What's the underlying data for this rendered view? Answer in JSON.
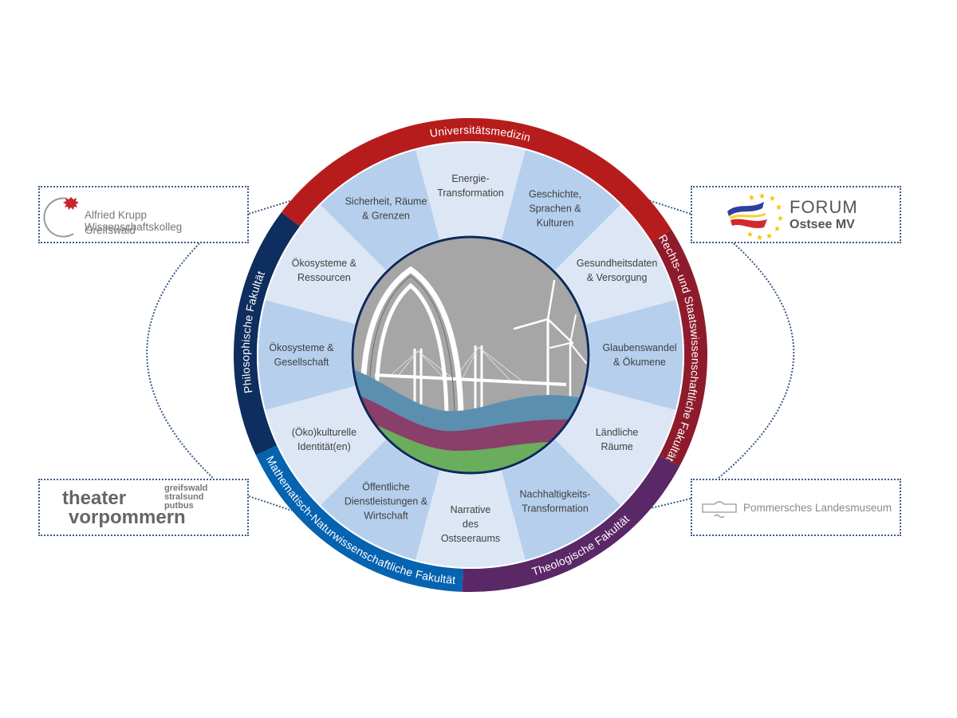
{
  "colors": {
    "segment_dark": "#b6cfed",
    "segment_light": "#dde6f4",
    "segment_text": "#404040",
    "center_bg": "#a6a6a6",
    "center_border": "#0d2a5c",
    "wave_blue": "#5b8fb0",
    "wave_purple": "#8a3e6a",
    "wave_green": "#6aad5c",
    "connector": "#3d5a8a"
  },
  "faculties": [
    {
      "label": "Universitätsmedizin",
      "color": "#b71c1c"
    },
    {
      "label": "Rechts- und Staatswissenschaftliche Fakultät",
      "color": "#8e1b2c"
    },
    {
      "label": "Theologische Fakultät",
      "color": "#5a2767"
    },
    {
      "label": "Mathematisch-Naturwissenschaftliche Fakultät",
      "color": "#0563b0"
    },
    {
      "label": "Philosophische Fakultät",
      "color": "#0d2e5e"
    }
  ],
  "topics": [
    {
      "lines": [
        "Energie-",
        "Transformation"
      ]
    },
    {
      "lines": [
        "Geschichte,",
        "Sprachen &",
        "Kulturen"
      ]
    },
    {
      "lines": [
        "Gesundheitsdaten",
        "& Versorgung"
      ]
    },
    {
      "lines": [
        "Glaubenswandel",
        "& Ökumene"
      ]
    },
    {
      "lines": [
        "Ländliche",
        "Räume"
      ]
    },
    {
      "lines": [
        "Nachhaltigkeits-",
        "Transformation"
      ]
    },
    {
      "lines": [
        "Narrative",
        "des",
        "Ostseeraums"
      ]
    },
    {
      "lines": [
        "Öffentliche",
        "Dienstleistungen &",
        "Wirtschaft"
      ]
    },
    {
      "lines": [
        "(Öko)kulturelle",
        "Identität(en)"
      ]
    },
    {
      "lines": [
        "Ökosysteme &",
        "Gesellschaft"
      ]
    },
    {
      "lines": [
        "Ökosysteme &",
        "Ressourcen"
      ]
    },
    {
      "lines": [
        "Sicherheit, Räume",
        "& Grenzen"
      ]
    }
  ],
  "partners": {
    "krupp": {
      "line1": "Alfried Krupp Wissenschaftskolleg",
      "line2": "Greifswald",
      "icon": "griffin-crest-icon"
    },
    "forum": {
      "line1": "FORUM",
      "line2": "Ostsee MV",
      "icon": "eu-stars-waves-icon"
    },
    "theater": {
      "word1": "theater",
      "word2": "vorpommern",
      "cities": [
        "greifswald",
        "stralsund",
        "putbus"
      ]
    },
    "museum": {
      "label": "Pommersches Landesmuseum",
      "icon": "museum-building-icon"
    }
  }
}
